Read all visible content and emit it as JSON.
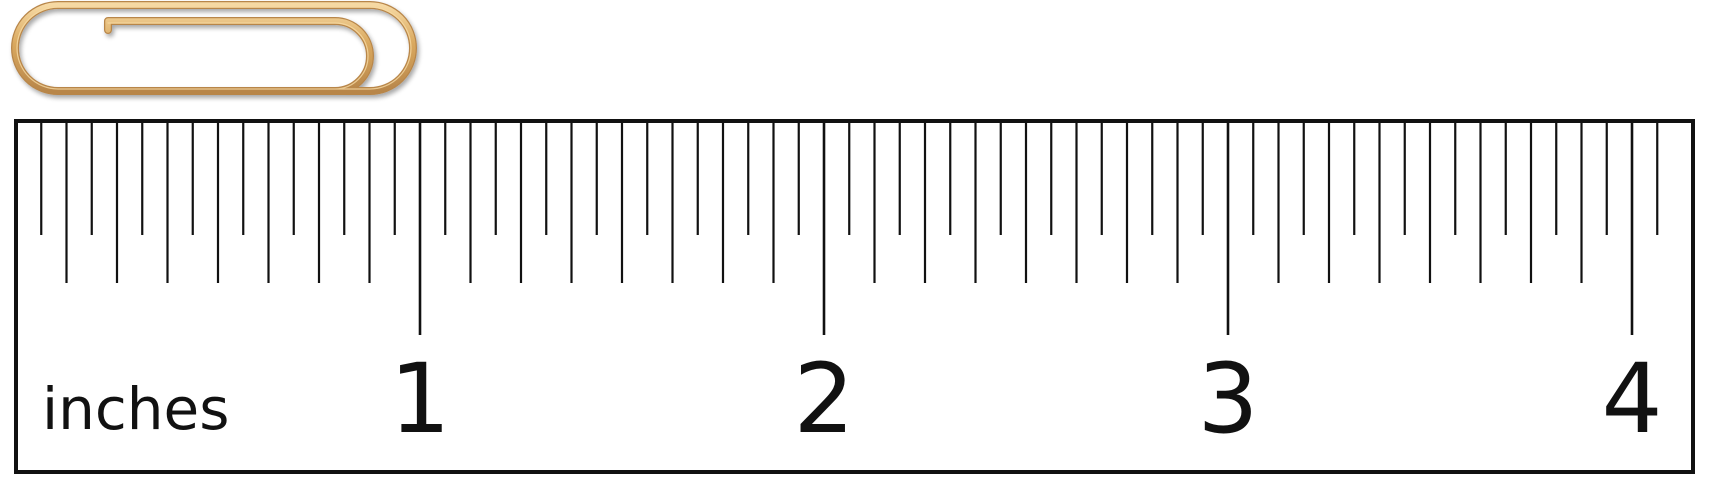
{
  "ruler": {
    "unit_label": "inches",
    "major_labels": [
      "1",
      "2",
      "3",
      "4"
    ],
    "subdivisions_per_inch": 16,
    "length_in_inches": 4.08
  },
  "paperclip": {
    "icon": "paperclip-icon",
    "color": "#D9A85E",
    "highlight": "#F6D9A3",
    "shadow": "#B8864A"
  },
  "colors": {
    "background": "#FFFFFF",
    "ruler_fill": "#FFFFFF",
    "ruler_border": "#111111",
    "tick": "#111111"
  }
}
